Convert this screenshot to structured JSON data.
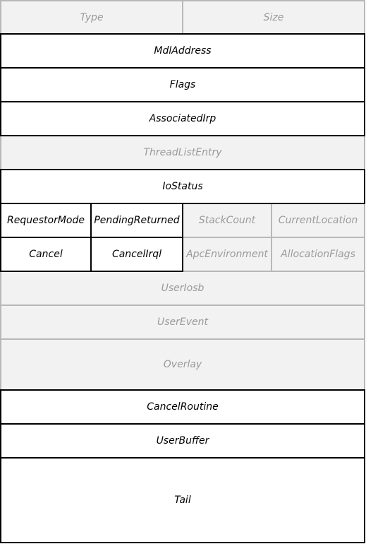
{
  "colors": {
    "active_bg": "#ffffff",
    "active_text": "#000000",
    "inactive_bg": "#f2f2f2",
    "inactive_text": "#9a9a9a",
    "active_border": "#000000",
    "inactive_border": "#b8b8b8"
  },
  "fields": {
    "type": {
      "label": "Type",
      "active": false
    },
    "size": {
      "label": "Size",
      "active": false
    },
    "mdl_address": {
      "label": "MdlAddress",
      "active": true
    },
    "flags": {
      "label": "Flags",
      "active": true
    },
    "associated_irp": {
      "label": "AssociatedIrp",
      "active": true
    },
    "thread_list_entry": {
      "label": "ThreadListEntry",
      "active": false
    },
    "io_status": {
      "label": "IoStatus",
      "active": true
    },
    "requestor_mode": {
      "label": "RequestorMode",
      "active": true
    },
    "pending_returned": {
      "label": "PendingReturned",
      "active": true
    },
    "stack_count": {
      "label": "StackCount",
      "active": false
    },
    "current_location": {
      "label": "CurrentLocation",
      "active": false
    },
    "cancel": {
      "label": "Cancel",
      "active": true
    },
    "cancel_irql": {
      "label": "CancelIrql",
      "active": true
    },
    "apc_environment": {
      "label": "ApcEnvironment",
      "active": false
    },
    "allocation_flags": {
      "label": "AllocationFlags",
      "active": false
    },
    "user_iosb": {
      "label": "UserIosb",
      "active": false
    },
    "user_event": {
      "label": "UserEvent",
      "active": false
    },
    "overlay": {
      "label": "Overlay",
      "active": false
    },
    "cancel_routine": {
      "label": "CancelRoutine",
      "active": true
    },
    "user_buffer": {
      "label": "UserBuffer",
      "active": true
    },
    "tail": {
      "label": "Tail",
      "active": true
    }
  }
}
